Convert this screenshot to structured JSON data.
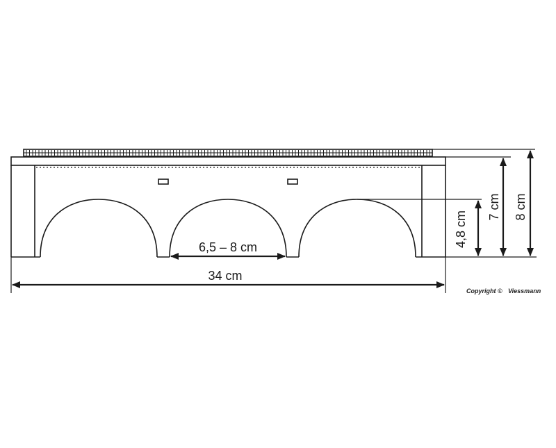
{
  "labels": {
    "arch_span": "6,5 – 8 cm",
    "total_length": "34 cm",
    "arch_height": "4,8 cm",
    "height_inner": "7 cm",
    "height_outer": "8 cm"
  },
  "copyright": {
    "text": "Copyright ©",
    "brand": "Viessmann"
  },
  "colors": {
    "line": "#1a1a1a",
    "background": "#ffffff"
  }
}
